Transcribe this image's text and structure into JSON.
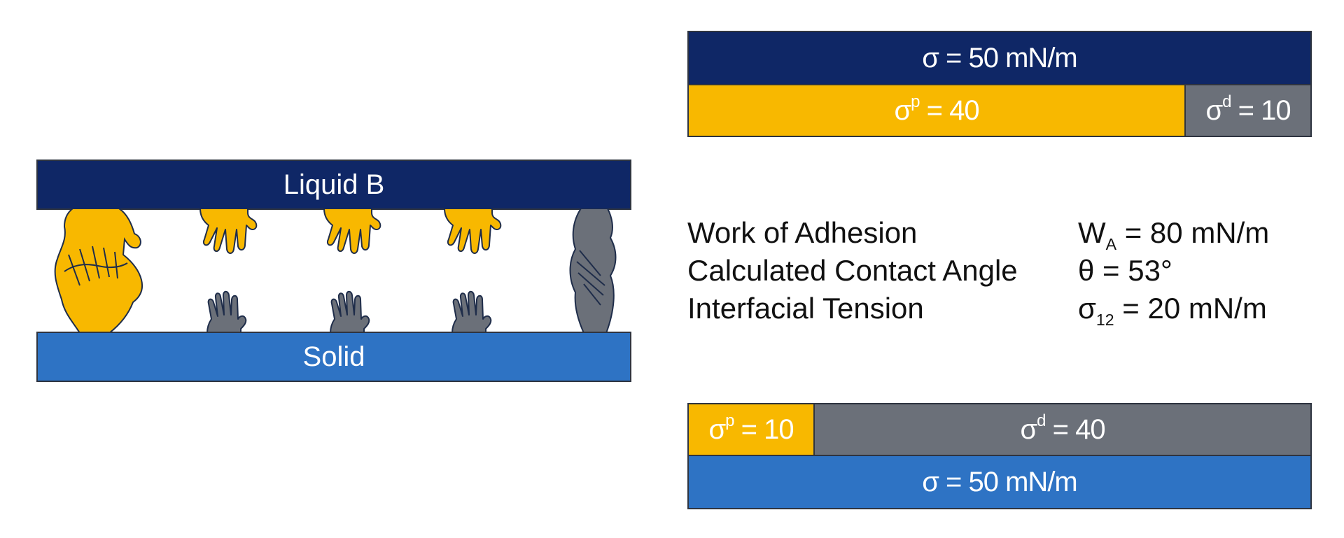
{
  "left_diagram": {
    "top_label": "Liquid B",
    "bottom_label": "Solid",
    "colors": {
      "liquid": "#0f2766",
      "solid": "#2e73c4",
      "polar": "#f8b800",
      "dispersive": "#6b7079"
    },
    "icons": [
      "large-yellow-hands-clasp-icon",
      "yellow-hand-icon",
      "gray-hand-icon",
      "large-gray-hands-clasp-icon"
    ]
  },
  "liquid_bar": {
    "total_label": "σ = 50 mN/m",
    "polar_symbol": "σ",
    "polar_sup": "p",
    "polar_rest": " = 40",
    "disp_symbol": "σ",
    "disp_sup": "d",
    "disp_rest": " = 10",
    "polar_value": 40,
    "dispersive_value": 10,
    "total_value": 50
  },
  "properties": [
    {
      "name": "Work of Adhesion",
      "value_main": "W",
      "value_sub": "A",
      "value_rest": " = 80 mN/m"
    },
    {
      "name": "Calculated Contact Angle",
      "value_main": "θ = 53°",
      "value_sub": "",
      "value_rest": ""
    },
    {
      "name": "Interfacial Tension",
      "value_main": "σ",
      "value_sub": "12",
      "value_rest": " = 20 mN/m"
    }
  ],
  "solid_bar": {
    "total_label": "σ = 50 mN/m",
    "polar_symbol": "σ",
    "polar_sup": "p",
    "polar_rest": " = 10",
    "disp_symbol": "σ",
    "disp_sup": "d",
    "disp_rest": " = 40",
    "polar_value": 10,
    "dispersive_value": 40,
    "total_value": 50
  }
}
